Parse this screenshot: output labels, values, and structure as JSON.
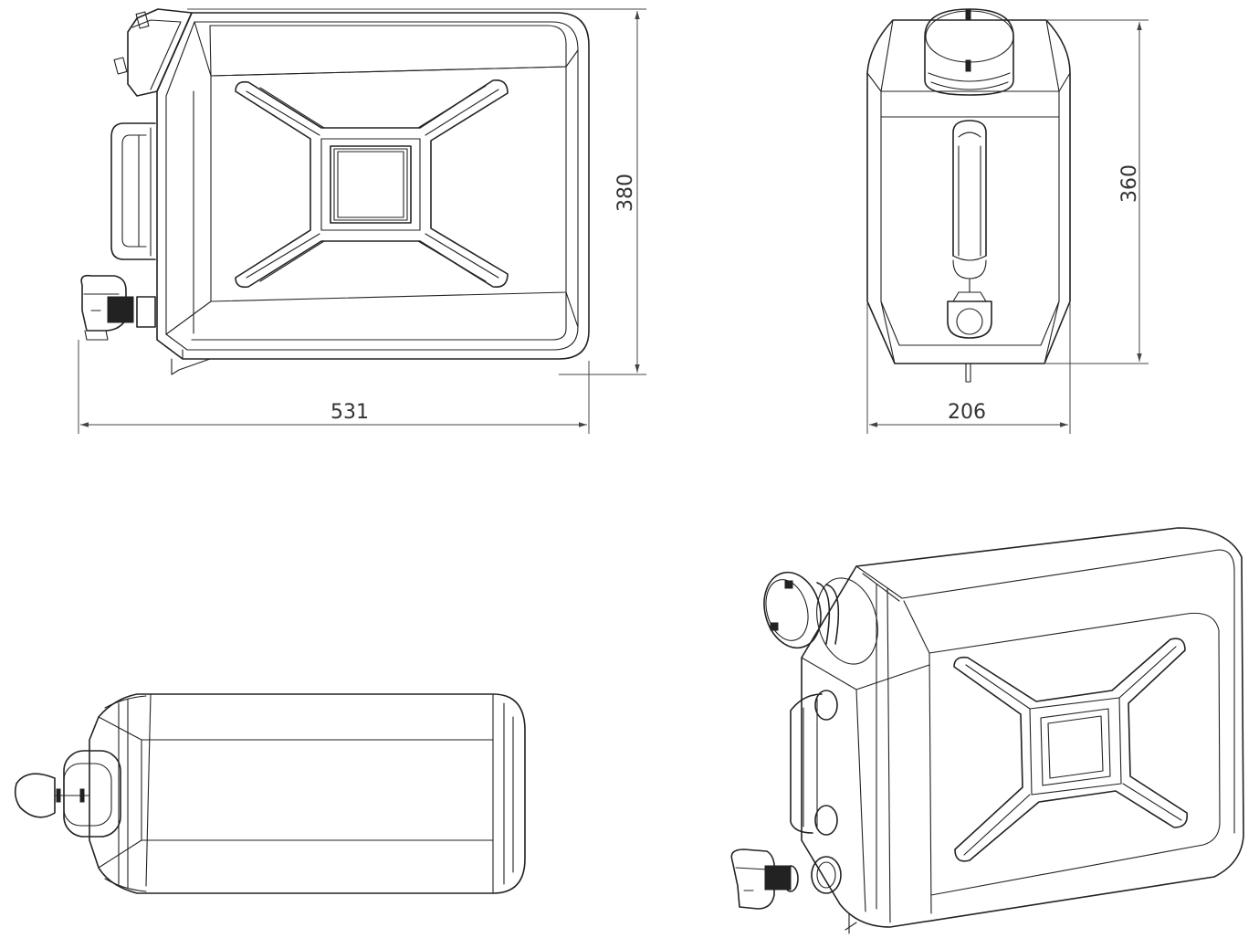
{
  "drawing": {
    "dimensions": {
      "side_width": "531",
      "side_height": "380",
      "front_width": "206",
      "front_height": "360"
    }
  }
}
